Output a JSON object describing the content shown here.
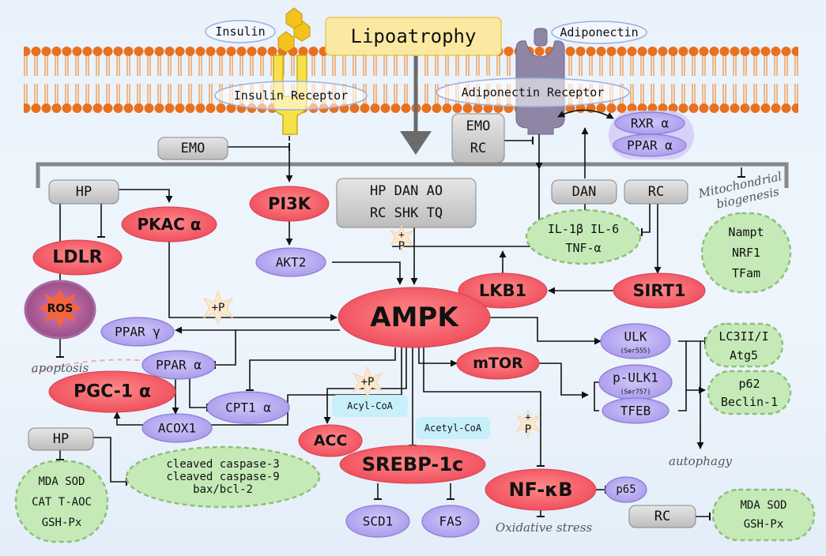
{
  "title": "Lipoatrophy",
  "membrane": {
    "insulin": "Insulin",
    "insulin_receptor": "Insulin Receptor",
    "adiponectin": "Adiponectin",
    "adiponectin_receptor": "Adiponectin Receptor"
  },
  "nodes": {
    "emo_left": "EMO",
    "emo_rc_1": "EMO",
    "emo_rc_2": "RC",
    "rxr": "RXR α",
    "ppar_a_top": "PPAR α",
    "hp_top": "HP",
    "pkaca": "PKAC α",
    "ldlr": "LDLR",
    "ros": "ROS",
    "pi3k": "PI3K",
    "akt2": "AKT2",
    "herbs_1": "HP  DAN  AO",
    "herbs_2": "RC  SHK  TQ",
    "dan": "DAN",
    "rc_top": "RC",
    "mito_1": "Mitochondrial",
    "mito_2": "biogenesis",
    "nampt": "Nampt",
    "nrf1": "NRF1",
    "tfam": "TFam",
    "il1b": "IL-1β  IL-6",
    "tnfa": "TNF-α",
    "lkb1": "LKB1",
    "sirt1": "SIRT1",
    "ampk": "AMPK",
    "ppar_g": "PPAR γ",
    "ppar_a": "PPAR α",
    "apoptosis": "apoptosis",
    "pgc1a": "PGC-1 α",
    "cpt1a": "CPT1 α",
    "acox1": "ACOX1",
    "mtor": "mTOR",
    "ulk": "ULK",
    "ulk_sub": "(Ser555)",
    "pulk1": "p-ULK1",
    "pulk1_sub": "(Ser757)",
    "tfeb": "TFEB",
    "lc3": "LC3II/I",
    "atg5": "Atg5",
    "p62": "p62",
    "beclin": "Beclin-1",
    "autophagy": "autophagy",
    "acylcoa": "Acyl-CoA",
    "acc": "ACC",
    "acetylcoa": "Acetyl-CoA",
    "srebp": "SREBP-1c",
    "scd1": "SCD1",
    "fas": "FAS",
    "nfkb": "NF-κB",
    "p65": "p65",
    "oxidative": "Oxidative stress",
    "hp_bottom": "HP",
    "casp3": "cleaved caspase-3",
    "casp9": "cleaved caspase-9",
    "bax": "bax/bcl-2",
    "mda_sod": "MDA SOD",
    "cat_taoc": "CAT T-AOC",
    "gshpx": "GSH-Px",
    "rc_bottom": "RC",
    "mda_sod_2": "MDA SOD",
    "gshpx_2": "GSH-Px",
    "p_plus": "+",
    "p_letter": "P",
    "plus_p": "+P"
  },
  "colors": {
    "red_node": "#f2626b",
    "purple_node": "#b9a9ee",
    "gray_box": "#cfcfcf",
    "green_cloud": "#c5eab7",
    "title_box": "#fbe9a2",
    "membrane": "#e8701f",
    "receptor_yellow": "#f7e148",
    "receptor_purple": "#8f86a6"
  }
}
